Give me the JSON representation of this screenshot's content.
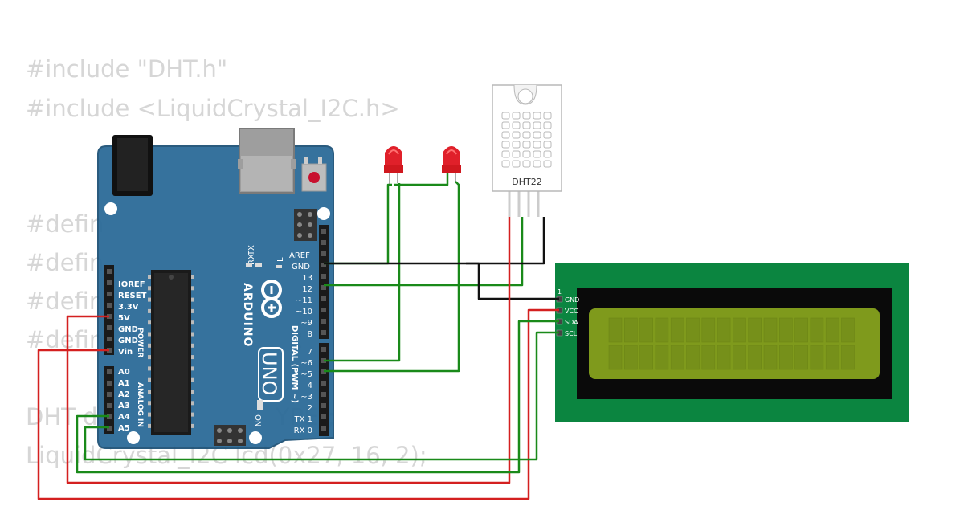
{
  "code_lines": [
    "#include \"DHT.h\"",
    "#include <LiquidCrystal_I2C.h>",
    "#defin",
    "#defin",
    "#defin",
    "#defin                         2",
    "DHT d                        YPE);",
    "LiquidCrystal_I2C lcd(0x27, 16, 2);"
  ],
  "arduino": {
    "brand": "ARDUINO",
    "model": "UNO",
    "labels": {
      "tx": "TX",
      "rx": "RX",
      "l": "L",
      "aref": "AREF",
      "gnd": "GND",
      "on": "ON",
      "power": "POWER",
      "analog_in": "ANALOG IN",
      "digital": "DIGITAL (PWM ~)"
    },
    "digital_pins_top": [
      "13",
      "12",
      "~11",
      "~10",
      "~9",
      "8"
    ],
    "digital_pins_bottom": [
      "7",
      "~6",
      "~5",
      "4",
      "~3",
      "2",
      "TX 1",
      "RX 0"
    ],
    "power_pins": [
      "IOREF",
      "RESET",
      "3.3V",
      "5V",
      "GND",
      "GND",
      "Vin"
    ],
    "analog_pins": [
      "A0",
      "A1",
      "A2",
      "A3",
      "A4",
      "A5"
    ]
  },
  "sensor": {
    "label": "DHT22"
  },
  "lcd": {
    "pin_one": "1",
    "pins": [
      "GND",
      "VCC",
      "SDA",
      "SCL"
    ]
  },
  "colors": {
    "board": "#2c6b98",
    "board_edge": "#1f5378",
    "wire_green": "#1a8a1a",
    "wire_red": "#d42020",
    "wire_black": "#111111",
    "led_red": "#e0202a",
    "lcd_pcb": "#0b8540",
    "lcd_screen": "#7f9a1c",
    "code_text": "#d6d6d6"
  }
}
